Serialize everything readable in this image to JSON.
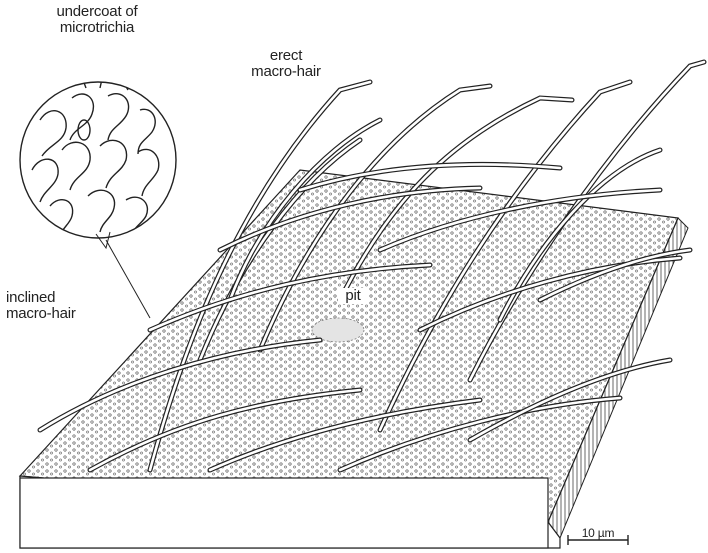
{
  "labels": {
    "undercoat_line1": "undercoat of",
    "undercoat_line2": "microtrichia",
    "erect_line1": "erect",
    "erect_line2": "macro-hair",
    "inclined_line1": "inclined",
    "inclined_line2": "macro-hair",
    "pit": "pit",
    "scale": "10 µm"
  },
  "colors": {
    "ink": "#1a1a1a",
    "background": "#ffffff",
    "stipple": "#555555"
  }
}
